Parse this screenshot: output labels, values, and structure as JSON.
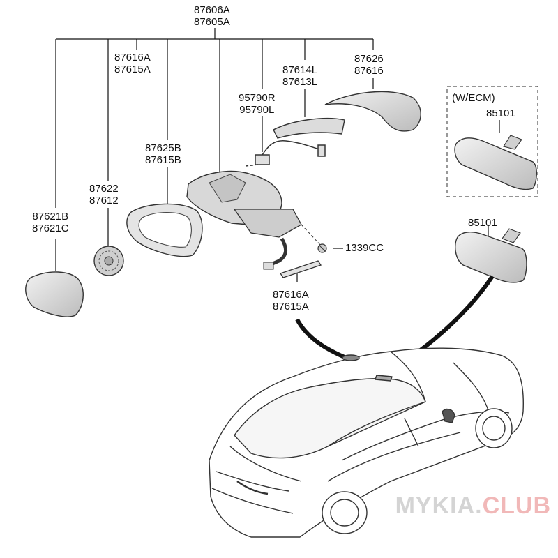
{
  "assembly": {
    "code_1": "87606A",
    "code_2": "87605A"
  },
  "parts": {
    "cover_sub": {
      "code_1": "87616A",
      "code_2": "87615A"
    },
    "scalp_cover": {
      "code_1": "87626",
      "code_2": "87616"
    },
    "side_repeater": {
      "code_1": "87614L",
      "code_2": "87613L"
    },
    "wiring": {
      "code_1": "95790R",
      "code_2": "95790L"
    },
    "mirror_frame": {
      "code_1": "87625B",
      "code_2": "87615B"
    },
    "actuator": {
      "code_1": "87622",
      "code_2": "87612"
    },
    "mirror_glass": {
      "code_1": "87621B",
      "code_2": "87621C"
    },
    "screw": {
      "code_1": "1339CC"
    },
    "garnish": {
      "code_1": "87616A",
      "code_2": "87615A"
    },
    "inside_mirror_ecm": {
      "option_label": "(W/ECM)",
      "code_1": "85101"
    },
    "inside_mirror": {
      "code_1": "85101"
    }
  },
  "watermark": {
    "main": "MYKIA.",
    "accent": "CLUB"
  },
  "colors": {
    "line": "#111111",
    "part_fill": "#dddddd",
    "part_stroke": "#333333",
    "watermark_gray": "#d4d4d4",
    "watermark_red": "#f1b8b8"
  }
}
